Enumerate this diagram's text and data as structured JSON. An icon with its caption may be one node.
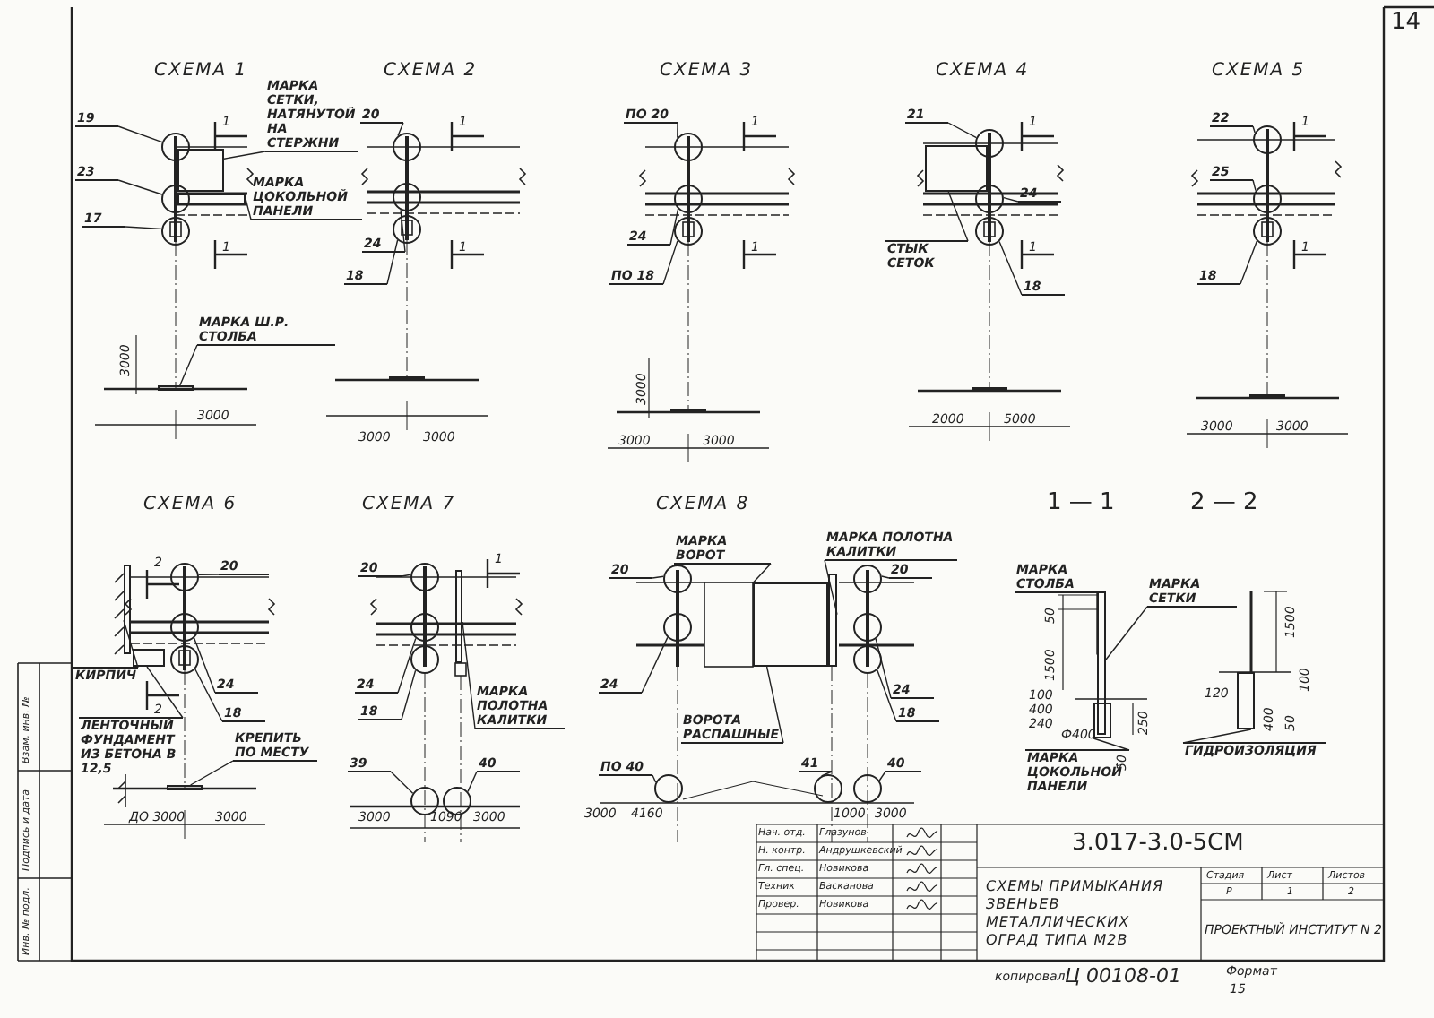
{
  "diagram": {
    "nodes": [
      {
        "text": [
          "19"
        ]
      },
      {
        "text": [
          "23"
        ]
      },
      {
        "text": [
          "17"
        ]
      },
      {
        "text": [
          "МАРКА СЕТКИ, НАТЯНУТОЙ НА СТЕРЖНИ"
        ]
      },
      {
        "text": [
          "МАРКА ЦОКОЛЬНОЙ ПАНЕЛИ"
        ]
      },
      {
        "text": [
          "МАРКА Ш.Р. СТОЛБА"
        ]
      },
      {
        "text": [
          "20"
        ]
      },
      {
        "text": [
          "24"
        ]
      },
      {
        "text": [
          "18"
        ]
      },
      {
        "text": [
          "ПО 20"
        ]
      },
      {
        "text": [
          "24"
        ]
      },
      {
        "text": [
          "ПО 18"
        ]
      },
      {
        "text": [
          "21"
        ]
      },
      {
        "text": [
          "24"
        ]
      },
      {
        "text": [
          "СТЫК СЕТОК"
        ]
      },
      {
        "text": [
          "18"
        ]
      },
      {
        "text": [
          "22"
        ]
      },
      {
        "text": [
          "25"
        ]
      },
      {
        "text": [
          "18"
        ]
      },
      {
        "text": [
          "20"
        ]
      },
      {
        "text": [
          "КИРПИЧ"
        ]
      },
      {
        "text": [
          "24"
        ]
      },
      {
        "text": [
          "ЛЕНТОЧНЫЙ ФУНДАМЕНТ ИЗ БЕТОНА В 12,5"
        ]
      },
      {
        "text": [
          "18"
        ]
      },
      {
        "text": [
          "КРЕПИТЬ ПО МЕСТУ"
        ]
      },
      {
        "text": [
          "20"
        ]
      },
      {
        "text": [
          "24"
        ]
      },
      {
        "text": [
          "18"
        ]
      },
      {
        "text": [
          "МАРКА ПОЛОТНА КАЛИТКИ"
        ]
      },
      {
        "text": [
          "39"
        ]
      },
      {
        "text": [
          "40"
        ]
      },
      {
        "text": [
          "МАРКА ВОРОТ"
        ]
      },
      {
        "text": [
          "МАРКА ПОЛОТНА КАЛИТКИ"
        ]
      },
      {
        "text": [
          "20"
        ]
      },
      {
        "text": [
          "20"
        ]
      },
      {
        "text": [
          "24"
        ]
      },
      {
        "text": [
          "24"
        ]
      },
      {
        "text": [
          "18"
        ]
      },
      {
        "text": [
          "ВОРОТА РАСПАШНЫЕ"
        ]
      },
      {
        "text": [
          "ПО 40"
        ]
      },
      {
        "text": [
          "41"
        ]
      },
      {
        "text": [
          "40"
        ]
      },
      {
        "text": [
          "МАРКА СТОЛБА"
        ]
      },
      {
        "text": [
          "МАРКА СЕТКИ"
        ]
      },
      {
        "text": [
          "МАРКА ЦОКОЛЬНОЙ ПАНЕЛИ"
        ]
      },
      {
        "text": [
          "ГИДРОИЗОЛЯЦИЯ"
        ]
      },
      {
        "text": [],
        "shape": "circle"
      },
      {
        "text": [],
        "shape": "circle"
      },
      {
        "text": [],
        "shape": "circle"
      },
      {
        "text": [],
        "shape": "circle"
      },
      {
        "text": [],
        "shape": "circle"
      },
      {
        "text": [],
        "shape": "circle"
      },
      {
        "text": [],
        "shape": "circle"
      },
      {
        "text": [],
        "shape": "circle"
      },
      {
        "text": [],
        "shape": "circle"
      },
      {
        "text": [],
        "shape": "circle"
      },
      {
        "text": [],
        "shape": "circle"
      },
      {
        "text": [],
        "shape": "circle"
      },
      {
        "text": [],
        "shape": "circle"
      },
      {
        "text": [],
        "shape": "circle"
      },
      {
        "text": [],
        "shape": "circle"
      },
      {
        "text": [],
        "shape": "circle"
      },
      {
        "text": [],
        "shape": "circle"
      },
      {
        "text": [],
        "shape": "circle"
      },
      {
        "text": [],
        "shape": "circle"
      },
      {
        "text": [],
        "shape": "circle"
      },
      {
        "text": [],
        "shape": "circle"
      },
      {
        "text": [],
        "shape": "circle"
      },
      {
        "text": [],
        "shape": "circle"
      },
      {
        "text": [],
        "shape": "circle"
      },
      {
        "text": [],
        "shape": "circle"
      },
      {
        "text": [],
        "shape": "circle"
      },
      {
        "text": [],
        "shape": "circle"
      },
      {
        "text": [],
        "shape": "circle"
      },
      {
        "text": [],
        "shape": "circle"
      },
      {
        "text": [],
        "shape": "circle"
      },
      {
        "text": [],
        "shape": "circle"
      },
      {
        "text": [],
        "shape": "bar"
      },
      {
        "text": [],
        "shape": "box"
      },
      {
        "text": [],
        "shape": "bar"
      },
      {
        "text": [],
        "shape": "bar"
      },
      {
        "text": [],
        "shape": "box"
      },
      {
        "text": [],
        "shape": "box"
      },
      {
        "text": [],
        "shape": "box"
      },
      {
        "text": [],
        "shape": "bar"
      },
      {
        "text": [],
        "shape": "bar"
      },
      {
        "text": [],
        "shape": "box"
      },
      {
        "text": [],
        "shape": "bar"
      },
      {
        "text": [],
        "shape": "box"
      },
      {
        "text": [],
        "shape": "bar"
      }
    ],
    "edges": [
      {
        "from": 0,
        "to": 46,
        "arrow": "none"
      },
      {
        "from": 1,
        "to": 47,
        "arrow": "none"
      },
      {
        "from": 2,
        "to": 48,
        "arrow": "none"
      },
      {
        "from": 3,
        "to": 83,
        "arrow": "none"
      },
      {
        "from": 4,
        "to": 84,
        "arrow": "none"
      },
      {
        "from": 5,
        "to": 85,
        "arrow": "none"
      },
      {
        "from": 6,
        "to": 49,
        "arrow": "none"
      },
      {
        "from": 7,
        "to": 50,
        "arrow": "none"
      },
      {
        "from": 8,
        "to": 51,
        "arrow": "none"
      },
      {
        "from": 9,
        "to": 52,
        "arrow": "none"
      },
      {
        "from": 10,
        "to": 53,
        "arrow": "none"
      },
      {
        "from": 11,
        "to": 54,
        "arrow": "none"
      },
      {
        "from": 12,
        "to": 55,
        "arrow": "none"
      },
      {
        "from": 13,
        "to": 56,
        "arrow": "none"
      },
      {
        "from": 14,
        "to": 86,
        "arrow": "none"
      },
      {
        "from": 15,
        "to": 57,
        "arrow": "none"
      },
      {
        "from": 16,
        "to": 58,
        "arrow": "none"
      },
      {
        "from": 17,
        "to": 59,
        "arrow": "none"
      },
      {
        "from": 18,
        "to": 60,
        "arrow": "none"
      },
      {
        "from": 19,
        "to": 61,
        "arrow": "none"
      },
      {
        "from": 20,
        "to": 87,
        "arrow": "none"
      },
      {
        "from": 21,
        "to": 62,
        "arrow": "none"
      },
      {
        "from": 22,
        "to": 88,
        "arrow": "none"
      },
      {
        "from": 23,
        "to": 63,
        "arrow": "none"
      },
      {
        "from": 24,
        "to": 89,
        "arrow": "none"
      },
      {
        "from": 25,
        "to": 64,
        "arrow": "none"
      },
      {
        "from": 26,
        "to": 65,
        "arrow": "none"
      },
      {
        "from": 27,
        "to": 66,
        "arrow": "none"
      },
      {
        "from": 28,
        "to": 77,
        "arrow": "none"
      },
      {
        "from": 29,
        "to": 67,
        "arrow": "none"
      },
      {
        "from": 30,
        "to": 68,
        "arrow": "none"
      },
      {
        "from": 31,
        "to": 78,
        "arrow": "none"
      },
      {
        "from": 32,
        "to": 79,
        "arrow": "none"
      },
      {
        "from": 33,
        "to": 69,
        "arrow": "none"
      },
      {
        "from": 34,
        "to": 70,
        "arrow": "none"
      },
      {
        "from": 35,
        "to": 71,
        "arrow": "none"
      },
      {
        "from": 36,
        "to": 72,
        "arrow": "none"
      },
      {
        "from": 37,
        "to": 73,
        "arrow": "none"
      },
      {
        "from": 38,
        "to": 78,
        "arrow": "none"
      },
      {
        "from": 39,
        "to": 74,
        "arrow": "none"
      },
      {
        "from": 40,
        "to": 75,
        "arrow": "none"
      },
      {
        "from": 41,
        "to": 76,
        "arrow": "none"
      },
      {
        "from": 42,
        "to": 80,
        "arrow": "none"
      },
      {
        "from": 43,
        "to": 80,
        "arrow": "none"
      },
      {
        "from": 44,
        "to": 81,
        "arrow": "none"
      },
      {
        "from": 45,
        "to": 82,
        "arrow": "none"
      }
    ],
    "labels": [
      "14",
      "СХЕМА 1",
      "СХЕМА 2",
      "СХЕМА 3",
      "СХЕМА 4",
      "СХЕМА 5",
      "1",
      "1",
      "1",
      "1",
      "1",
      "1",
      "1",
      "1",
      "1",
      "1",
      "3000",
      "3000",
      "3000",
      "3000",
      "3000",
      "3000",
      "3000",
      "2000",
      "5000",
      "3000",
      "3000",
      "СХЕМА 6",
      "СХЕМА 7",
      "СХЕМА 8",
      "1 — 1",
      "2 — 2",
      "2",
      "2",
      "1",
      "ДО 3000",
      "3000",
      "3000",
      "1090",
      "3000",
      "3000",
      "4160",
      "1000",
      "3000",
      "50",
      "1500",
      "100",
      "400",
      "240",
      "250",
      "Ф400",
      "50",
      "1500",
      "120",
      "100",
      "400",
      "50",
      "Взам. инв. №",
      "Подпись и дата",
      "Инв. № подл.",
      "Нач. отд.",
      "Глазунов",
      "Н. контр.",
      "Андрушкевский",
      "Гл. спец.",
      "Новикова",
      "Техник",
      "Васканова",
      "Провер.",
      "Новикова",
      "3.017-3.0-5СМ",
      "СХЕМЫ ПРИМЫКАНИЯ ЗВЕНЬЕВ МЕТАЛЛИЧЕСКИХ ОГРАД ТИПА М2В",
      "Стадия",
      "Лист",
      "Листов",
      "Р",
      "1",
      "2",
      "ПРОЕКТНЫЙ ИНСТИТУТ N 2",
      "копировал",
      "Ц 00108-01",
      "Формат",
      "15"
    ]
  }
}
